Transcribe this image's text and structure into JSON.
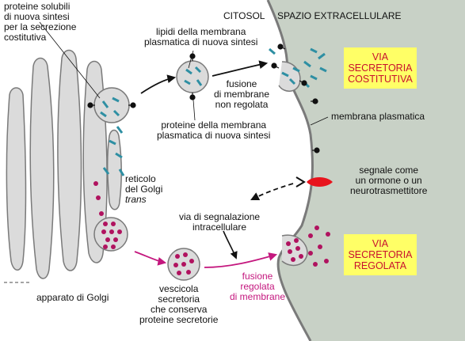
{
  "labels": {
    "soluble_proteins": [
      "proteine solubili",
      "di nuova sintesi",
      "per la secrezione",
      "costitutiva"
    ],
    "membrane_lipids": [
      "lipidi della membrana",
      "plasmatica di nuova sintesi"
    ],
    "cytosol": "CITOSOL",
    "extracellular": "SPAZIO EXTRACELLULARE",
    "unregulated_fusion": [
      "fusione",
      "di membrane",
      "non regolata"
    ],
    "membrane_proteins": [
      "proteine della membrana",
      "plasmatica di nuova sintesi"
    ],
    "plasma_membrane": "membrana plasmatica",
    "signal": [
      "segnale come",
      "un ormone o un",
      "neurotrasmettitore"
    ],
    "trans_golgi": [
      "reticolo",
      "del Golgi",
      "trans"
    ],
    "signaling_pathway": [
      "via di segnalazione",
      "intracellulare"
    ],
    "regulated_fusion": [
      "fusione",
      "regolata",
      "di membrane"
    ],
    "secretory_vesicle": [
      "vescicola",
      "secretoria",
      "che conserva",
      "proteine secretorie"
    ],
    "golgi_apparatus": "apparato di Golgi"
  },
  "boxes": {
    "constitutive": [
      "VIA",
      "SECRETORIA",
      "COSTITUTIVA"
    ],
    "regulated": [
      "VIA",
      "SECRETORIA",
      "REGOLATA"
    ]
  },
  "colors": {
    "extracellular_bg": "#c8d1c6",
    "golgi_fill": "#dbdbdb",
    "golgi_stroke": "#7a7a7a",
    "soluble_protein": "#2e8fa3",
    "secretory_protein": "#b0135f",
    "box_fill": "#ffff66",
    "box_text": "#c8102e",
    "regulated_arrow": "#c4177e",
    "signal": "#e8141d"
  }
}
